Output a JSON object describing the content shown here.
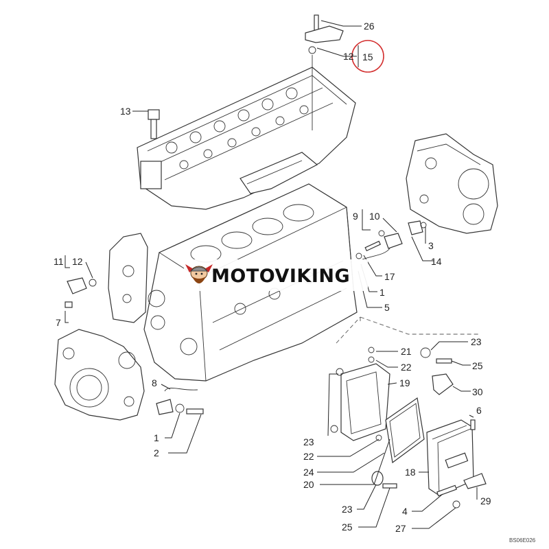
{
  "watermark": {
    "brand": "MOTOVIKING",
    "logo_icon": "viking-head-icon"
  },
  "reference_code": "BS06E026",
  "highlight_color": "#d32f2f",
  "callouts": [
    {
      "id": "c26",
      "label": "26"
    },
    {
      "id": "c12a",
      "label": "12"
    },
    {
      "id": "c15",
      "label": "15"
    },
    {
      "id": "c13",
      "label": "13"
    },
    {
      "id": "c9",
      "label": "9"
    },
    {
      "id": "c10",
      "label": "10"
    },
    {
      "id": "c3",
      "label": "3"
    },
    {
      "id": "c14",
      "label": "14"
    },
    {
      "id": "c11",
      "label": "11"
    },
    {
      "id": "c12b",
      "label": "12"
    },
    {
      "id": "c17",
      "label": "17"
    },
    {
      "id": "c1a",
      "label": "1"
    },
    {
      "id": "c5",
      "label": "5"
    },
    {
      "id": "c7",
      "label": "7"
    },
    {
      "id": "c23a",
      "label": "23"
    },
    {
      "id": "c21",
      "label": "21"
    },
    {
      "id": "c25a",
      "label": "25"
    },
    {
      "id": "c22a",
      "label": "22"
    },
    {
      "id": "c19",
      "label": "19"
    },
    {
      "id": "c30",
      "label": "30"
    },
    {
      "id": "c8",
      "label": "8"
    },
    {
      "id": "c6",
      "label": "6"
    },
    {
      "id": "c1b",
      "label": "1"
    },
    {
      "id": "c23b",
      "label": "23"
    },
    {
      "id": "c2",
      "label": "2"
    },
    {
      "id": "c22b",
      "label": "22"
    },
    {
      "id": "c24",
      "label": "24"
    },
    {
      "id": "c18",
      "label": "18"
    },
    {
      "id": "c20",
      "label": "20"
    },
    {
      "id": "c29",
      "label": "29"
    },
    {
      "id": "c23c",
      "label": "23"
    },
    {
      "id": "c4",
      "label": "4"
    },
    {
      "id": "c25b",
      "label": "25"
    },
    {
      "id": "c27",
      "label": "27"
    }
  ]
}
